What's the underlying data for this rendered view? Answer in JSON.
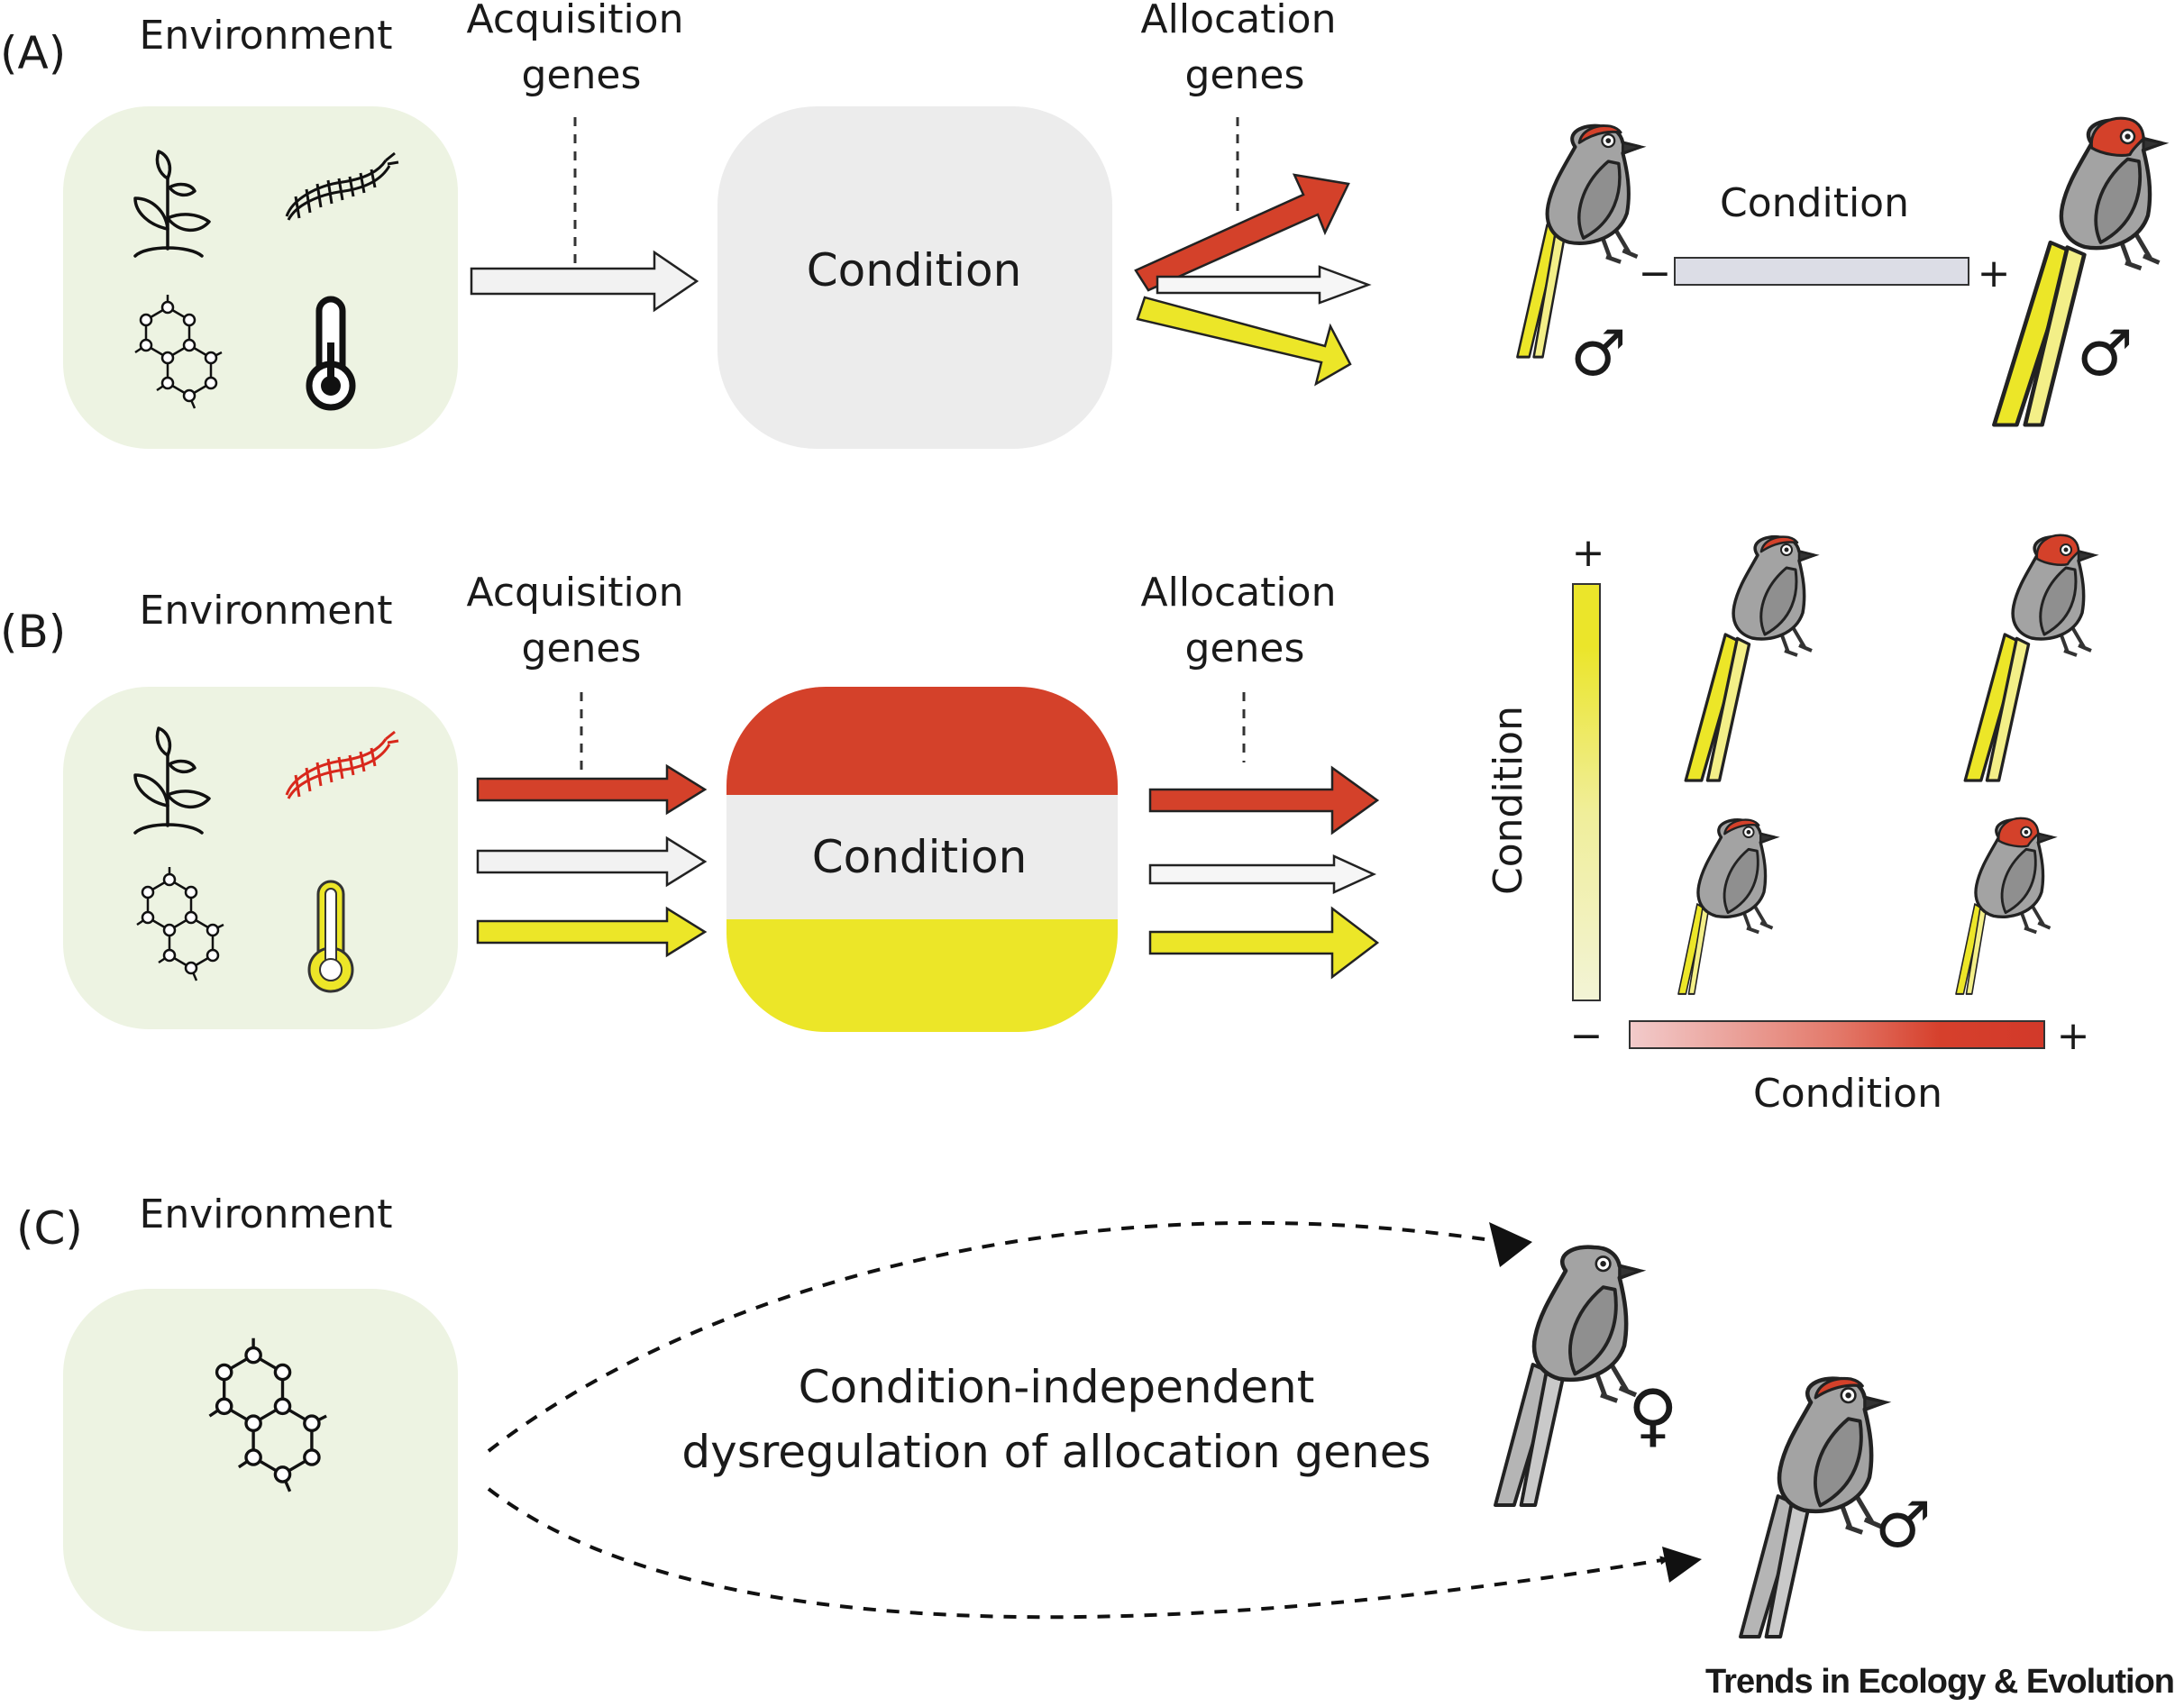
{
  "panel_a": {
    "letter": "(A)",
    "environment_label": "Environment",
    "acquisition_label_1": "Acquisition",
    "acquisition_label_2": "genes",
    "allocation_label_1": "Allocation",
    "allocation_label_2": "genes",
    "condition_box_label": "Condition",
    "scale_label": "Condition",
    "minus": "−",
    "plus": "+"
  },
  "panel_b": {
    "letter": "(B)",
    "environment_label": "Environment",
    "acquisition_label_1": "Acquisition",
    "acquisition_label_2": "genes",
    "allocation_label_1": "Allocation",
    "allocation_label_2": "genes",
    "condition_box_label": "Condition",
    "vertical_axis_label": "Condition",
    "horizontal_axis_label": "Condition",
    "v_plus": "+",
    "h_minus": "−",
    "h_plus": "+"
  },
  "panel_c": {
    "letter": "(C)",
    "environment_label": "Environment",
    "text_line_1": "Condition-independent",
    "text_line_2": "dysregulation of allocation genes"
  },
  "symbols": {
    "male": "♂",
    "female": "♀"
  },
  "credit": "Trends in Ecology & Evolution",
  "colors": {
    "env_box": "#edf3e2",
    "condition_grey": "#ececec",
    "red": "#d4412a",
    "yellow": "#ece628",
    "bird_grey": "#a3a3a3"
  }
}
